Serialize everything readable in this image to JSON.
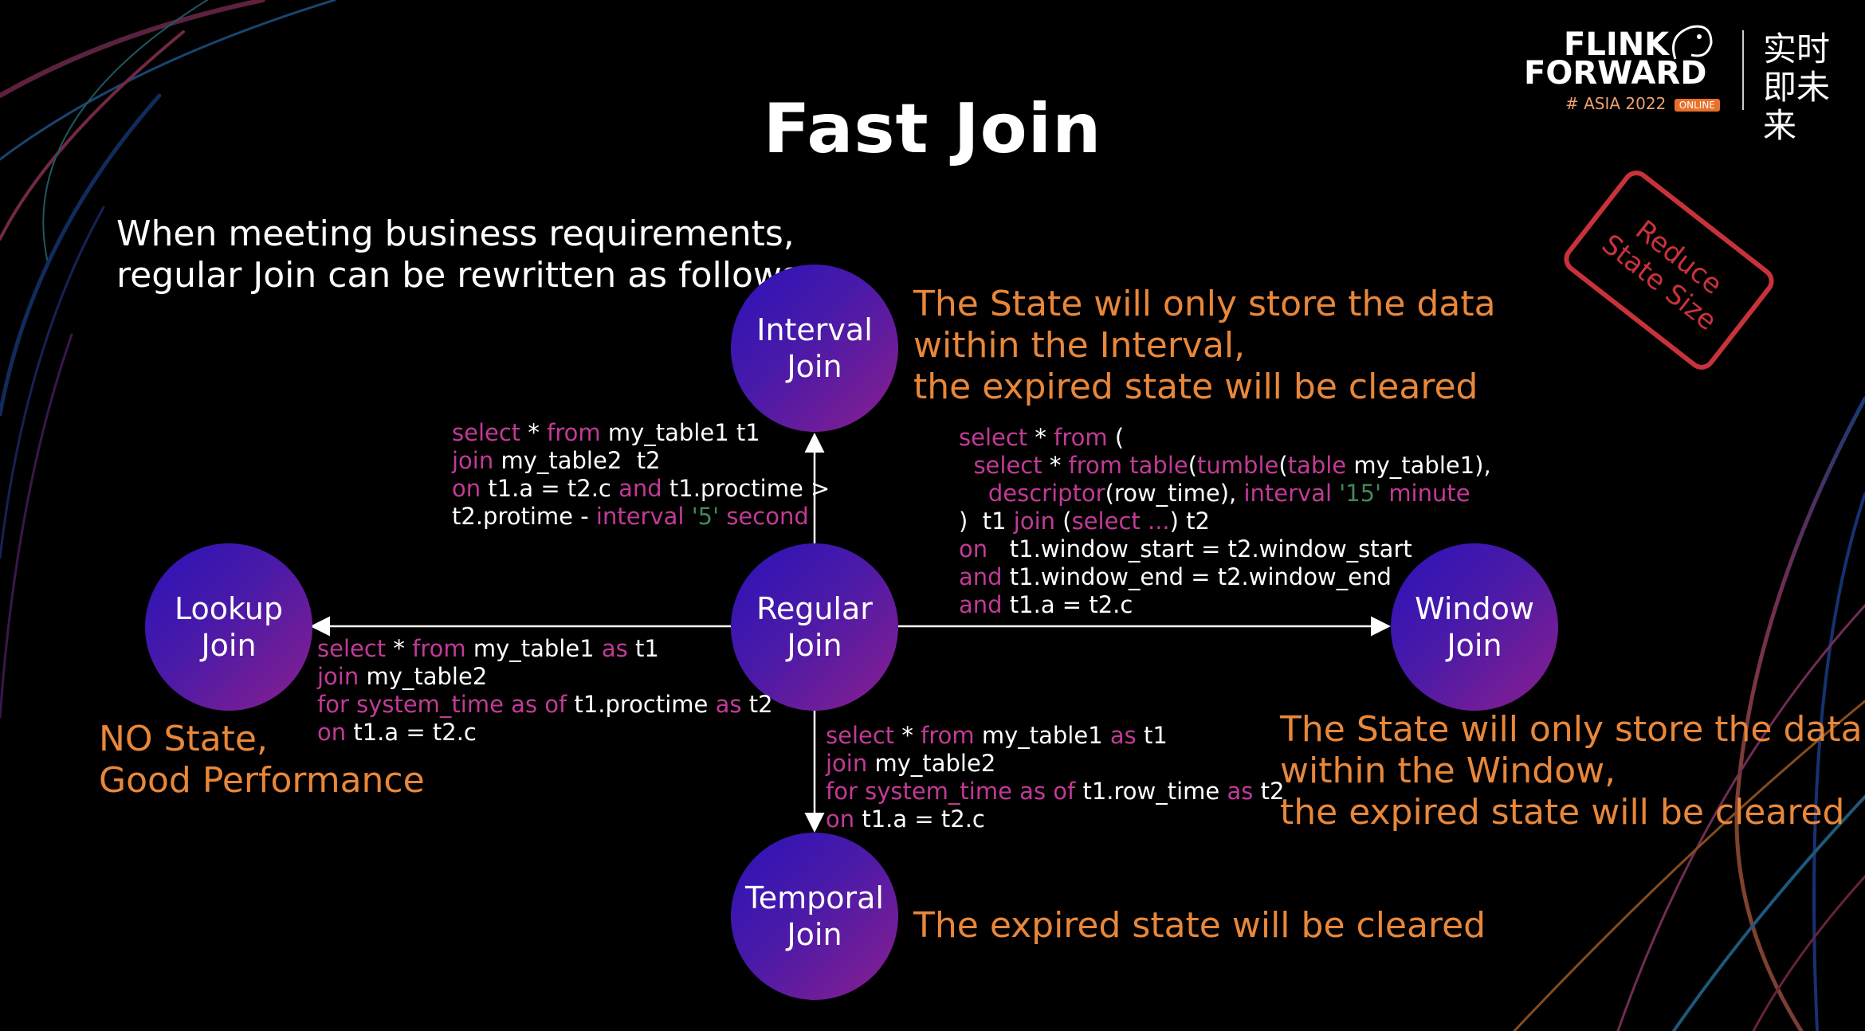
{
  "slide": {
    "title": "Fast Join",
    "intro": [
      "When meeting business requirements,",
      "regular Join can be rewritten as follows"
    ]
  },
  "logo": {
    "line1": "FLINK",
    "line2": "FORWARD",
    "event": "# ASIA 2022",
    "badge": "ONLINE",
    "slogan": "实时即未来"
  },
  "stamp": {
    "line1": "Reduce",
    "line2": "State Size"
  },
  "nodes": {
    "interval": [
      "Interval",
      "Join"
    ],
    "regular": [
      "Regular",
      "Join"
    ],
    "lookup": [
      "Lookup",
      "Join"
    ],
    "window": [
      "Window",
      "Join"
    ],
    "temporal": [
      "Temporal",
      "Join"
    ]
  },
  "notes": {
    "interval": [
      "The State will only store the data",
      "within the Interval,",
      "the expired state will be cleared"
    ],
    "lookup": [
      "NO State,",
      "Good Performance"
    ],
    "window": [
      "The State will only store the data",
      "within the Window,",
      "the expired state will be cleared"
    ],
    "temporal": [
      "The expired state will be cleared"
    ]
  },
  "code": {
    "interval": [
      [
        [
          "kw",
          "select"
        ],
        [
          "t",
          " * "
        ],
        [
          "kw",
          "from"
        ],
        [
          "t",
          " my_table1 t1"
        ]
      ],
      [
        [
          "kw",
          "join"
        ],
        [
          "t",
          " my_table2  t2"
        ]
      ],
      [
        [
          "kw",
          "on"
        ],
        [
          "t",
          " t1.a = t2.c "
        ],
        [
          "kw",
          "and"
        ],
        [
          "t",
          " t1.proctime >"
        ]
      ],
      [
        [
          "t",
          "t2.protime - "
        ],
        [
          "kw",
          "interval"
        ],
        [
          "t",
          " "
        ],
        [
          "str",
          "'5'"
        ],
        [
          "t",
          " "
        ],
        [
          "kw",
          "second"
        ]
      ]
    ],
    "window": [
      [
        [
          "kw",
          "select"
        ],
        [
          "t",
          " * "
        ],
        [
          "kw",
          "from"
        ],
        [
          "t",
          " ("
        ]
      ],
      [
        [
          "t",
          "  "
        ],
        [
          "kw",
          "select"
        ],
        [
          "t",
          " * "
        ],
        [
          "kw",
          "from"
        ],
        [
          "t",
          " "
        ],
        [
          "kw",
          "table"
        ],
        [
          "t",
          "("
        ],
        [
          "kw",
          "tumble"
        ],
        [
          "t",
          "("
        ],
        [
          "kw",
          "table"
        ],
        [
          "t",
          " my_table1),"
        ]
      ],
      [
        [
          "t",
          "    "
        ],
        [
          "kw",
          "descriptor"
        ],
        [
          "t",
          "(row_time), "
        ],
        [
          "kw",
          "interval"
        ],
        [
          "t",
          " "
        ],
        [
          "str",
          "'15'"
        ],
        [
          "t",
          " "
        ],
        [
          "kw",
          "minute"
        ]
      ],
      [
        [
          "t",
          ")  t1 "
        ],
        [
          "kw",
          "join"
        ],
        [
          "t",
          " ("
        ],
        [
          "kw",
          "select"
        ],
        [
          "t",
          " "
        ],
        [
          "kw",
          "..."
        ],
        [
          "t",
          ") t2"
        ]
      ],
      [
        [
          "kw",
          "on"
        ],
        [
          "t",
          "   t1.window_start = t2.window_start"
        ]
      ],
      [
        [
          "kw",
          "and"
        ],
        [
          "t",
          " t1.window_end = t2.window_end"
        ]
      ],
      [
        [
          "kw",
          "and"
        ],
        [
          "t",
          " t1.a = t2.c"
        ]
      ]
    ],
    "lookup": [
      [
        [
          "kw",
          "select"
        ],
        [
          "t",
          " * "
        ],
        [
          "kw",
          "from"
        ],
        [
          "t",
          " my_table1 "
        ],
        [
          "kw",
          "as"
        ],
        [
          "t",
          " t1"
        ]
      ],
      [
        [
          "kw",
          "join"
        ],
        [
          "t",
          " my_table2"
        ]
      ],
      [
        [
          "kw",
          "for system_time as of"
        ],
        [
          "t",
          " t1.proctime "
        ],
        [
          "kw",
          "as"
        ],
        [
          "t",
          " t2"
        ]
      ],
      [
        [
          "kw",
          "on"
        ],
        [
          "t",
          " t1.a = t2.c"
        ]
      ]
    ],
    "temporal": [
      [
        [
          "kw",
          "select"
        ],
        [
          "t",
          " * "
        ],
        [
          "kw",
          "from"
        ],
        [
          "t",
          " my_table1 "
        ],
        [
          "kw",
          "as"
        ],
        [
          "t",
          " t1"
        ]
      ],
      [
        [
          "kw",
          "join"
        ],
        [
          "t",
          " my_table2"
        ]
      ],
      [
        [
          "kw",
          "for system_time as of"
        ],
        [
          "t",
          " t1.row_time "
        ],
        [
          "kw",
          "as"
        ],
        [
          "t",
          " t2"
        ]
      ],
      [
        [
          "kw",
          "on"
        ],
        [
          "t",
          " t1.a = t2.c"
        ]
      ]
    ]
  },
  "colors": {
    "accent": "#e8873a",
    "keyword": "#c23a96",
    "string": "#3e8a58",
    "stamp": "#c8323a"
  }
}
